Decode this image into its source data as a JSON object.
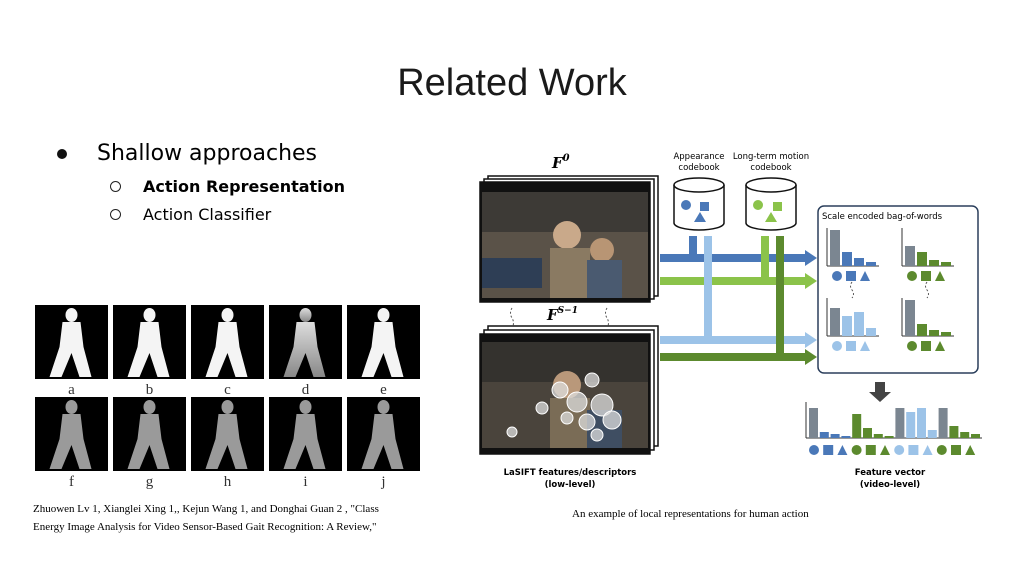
{
  "slide": {
    "title": "Related Work",
    "bullets": [
      {
        "text": "Shallow approaches",
        "level": 1,
        "children": [
          {
            "text": "Action Representation",
            "bold": true
          },
          {
            "text": "Action Classifier",
            "bold": false
          }
        ]
      }
    ]
  },
  "gait_figure": {
    "labels": [
      "a",
      "b",
      "c",
      "d",
      "e",
      "f",
      "g",
      "h",
      "i",
      "j"
    ],
    "citation_line1": "Zhuowen Lv 1, Xianglei Xing 1,, Kejun Wang 1, and Donghai Guan 2 , \"Class",
    "citation_line2": "Energy Image Analysis for Video Sensor-Based Gait Recognition: A Review,\""
  },
  "action_figure": {
    "frame_top_label": "F",
    "frame_top_sup": "0",
    "frame_bottom_label": "F",
    "frame_bottom_sup": "S−1",
    "appearance_codebook": [
      "Appearance",
      "codebook"
    ],
    "motion_codebook": [
      "Long-term motion",
      "codebook"
    ],
    "bag_title": "Scale encoded bag-of-words",
    "lasift_label": [
      "LaSIFT features/descriptors",
      "(low-level)"
    ],
    "feature_vector_label": [
      "Feature vector",
      "(video-level)"
    ],
    "caption": "An example of local representations for human action",
    "colors": {
      "blue": "#4a78b8",
      "light_blue": "#9cc3e8",
      "green": "#8bc34a",
      "dark_green": "#5c8a2e",
      "gray": "#7b8691"
    }
  }
}
